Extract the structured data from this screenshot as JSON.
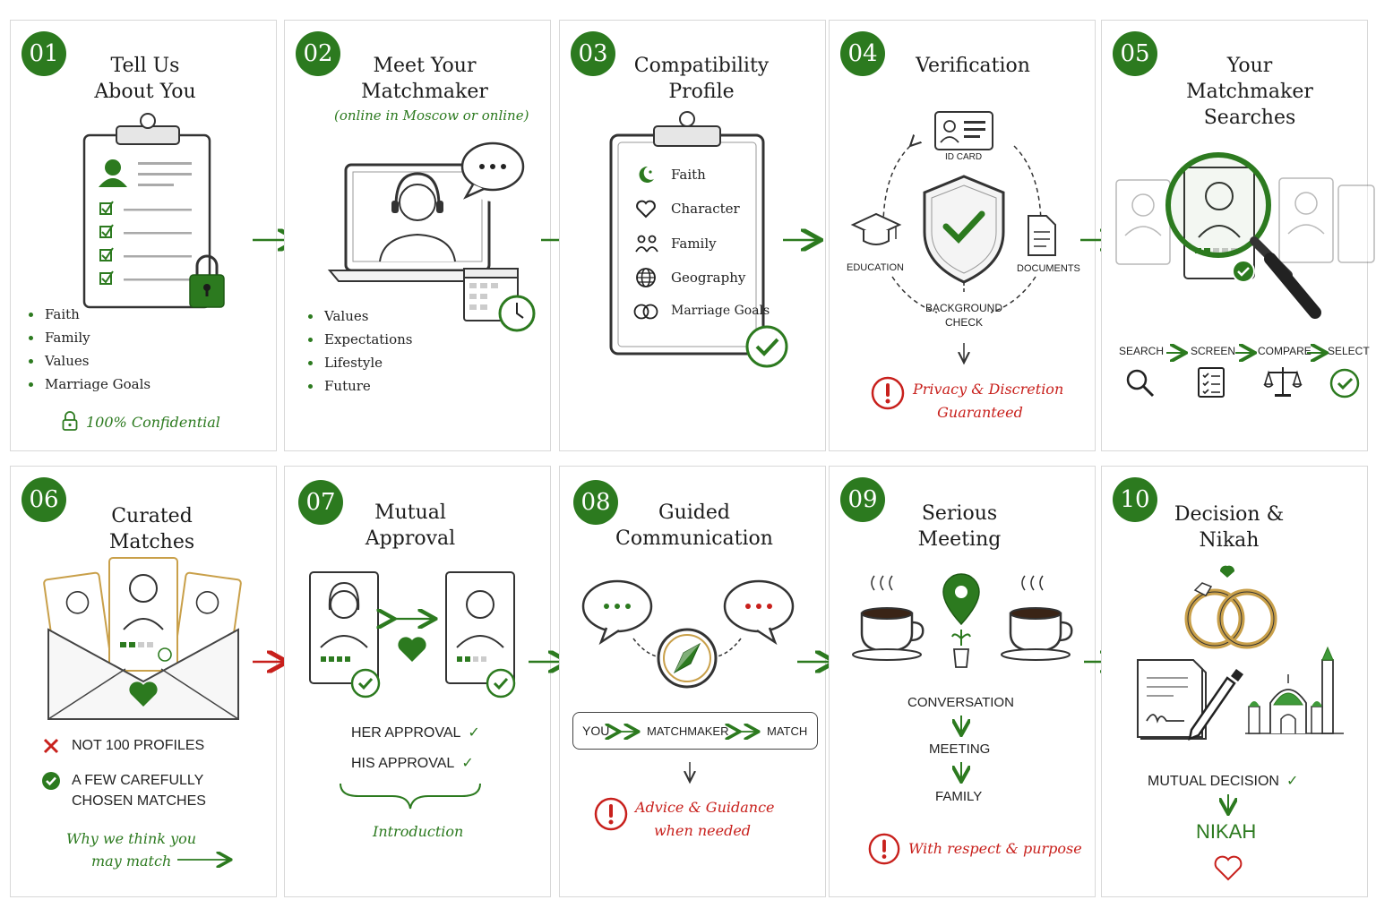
{
  "steps": [
    {
      "num": "01",
      "title_lines": [
        "Tell Us",
        "About You"
      ],
      "bullets": [
        "Faith",
        "Family",
        "Values",
        "Marriage Goals"
      ],
      "note": "100% Confidential"
    },
    {
      "num": "02",
      "title_lines": [
        "Meet Your",
        "Matchmaker"
      ],
      "subtitle": "(online in Moscow or online)",
      "bullets": [
        "Values",
        "Expectations",
        "Lifestyle",
        "Future"
      ]
    },
    {
      "num": "03",
      "title_lines": [
        "Compatibility",
        "Profile"
      ],
      "items": [
        "Faith",
        "Character",
        "Family",
        "Geography",
        "Marriage Goals"
      ]
    },
    {
      "num": "04",
      "title": "Verification",
      "labels": {
        "id": "ID CARD",
        "education": "EDUCATION",
        "documents": "DOCUMENTS",
        "background_1": "BACKGROUND",
        "background_2": "CHECK"
      },
      "note_lines": [
        "Privacy & Discretion",
        "Guaranteed"
      ]
    },
    {
      "num": "05",
      "title_lines": [
        "Your Matchmaker",
        "Searches"
      ],
      "flow": [
        "SEARCH",
        "SCREEN",
        "COMPARE",
        "SELECT"
      ]
    },
    {
      "num": "06",
      "title": "Curated Matches",
      "not_label": "NOT 100 PROFILES",
      "yes_lines": [
        "A FEW CAREFULLY",
        "CHOSEN MATCHES"
      ],
      "note_lines": [
        "Why we think you",
        "may match"
      ]
    },
    {
      "num": "07",
      "title_lines": [
        "Mutual",
        "Approval"
      ],
      "approvals": [
        "HER APPROVAL",
        "HIS APPROVAL"
      ],
      "result": "Introduction"
    },
    {
      "num": "08",
      "title_lines": [
        "Guided",
        "Communication"
      ],
      "chain": [
        "YOU",
        "MATCHMAKER",
        "MATCH"
      ],
      "note_lines": [
        "Advice & Guidance",
        "when needed"
      ]
    },
    {
      "num": "09",
      "title_lines": [
        "Serious",
        "Meeting"
      ],
      "steps": [
        "CONVERSATION",
        "MEETING",
        "FAMILY"
      ],
      "note": "With respect & purpose"
    },
    {
      "num": "10",
      "title_lines": [
        "Decision &",
        "Nikah"
      ],
      "decision": "MUTUAL DECISION",
      "result": "NIKAH"
    }
  ],
  "colors": {
    "accent": "#2c7a1f",
    "alert": "#c8201c",
    "gold": "#c9a04a"
  }
}
